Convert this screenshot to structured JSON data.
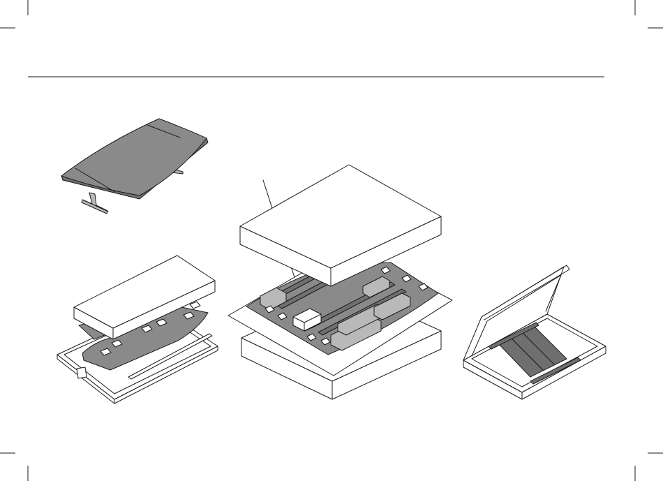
{
  "page": {
    "background": "#ffffff",
    "line_color": "#1a1a1a",
    "part_fill": "#8a8a8a"
  },
  "figures": [
    {
      "id": "table-assembled"
    },
    {
      "id": "small-carton-exploded"
    },
    {
      "id": "large-carton-exploded"
    },
    {
      "id": "base-box-open"
    }
  ]
}
